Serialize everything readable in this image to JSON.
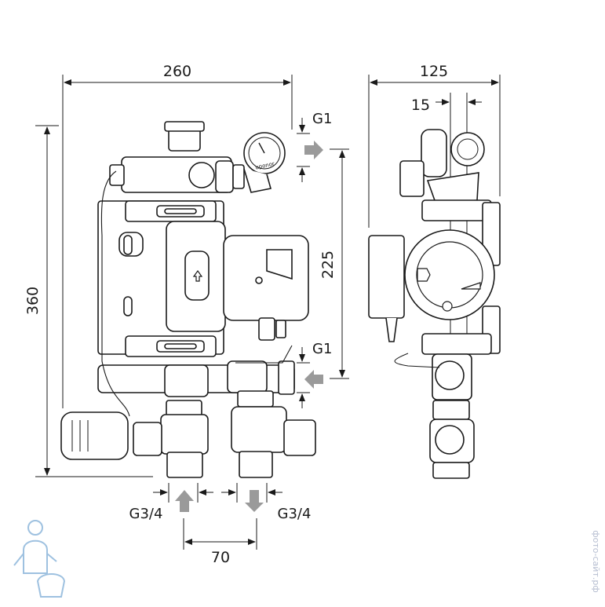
{
  "dimensions": {
    "width_front": "260",
    "width_side": "125",
    "offset_side": "15",
    "height_total": "360",
    "height_ports": "225",
    "port_spacing": "70"
  },
  "threads": {
    "top_outlet": "G1",
    "return_inlet": "G1",
    "bottom_left": "G3/4",
    "bottom_right": "G3/4"
  },
  "gauge": {
    "brand": "uponor"
  },
  "watermark": {
    "text": "фото-сайт.рф"
  },
  "colors": {
    "line": "#1a1a1a",
    "arrow": "#9a9a9a",
    "mascot": "#9ec1e0"
  }
}
